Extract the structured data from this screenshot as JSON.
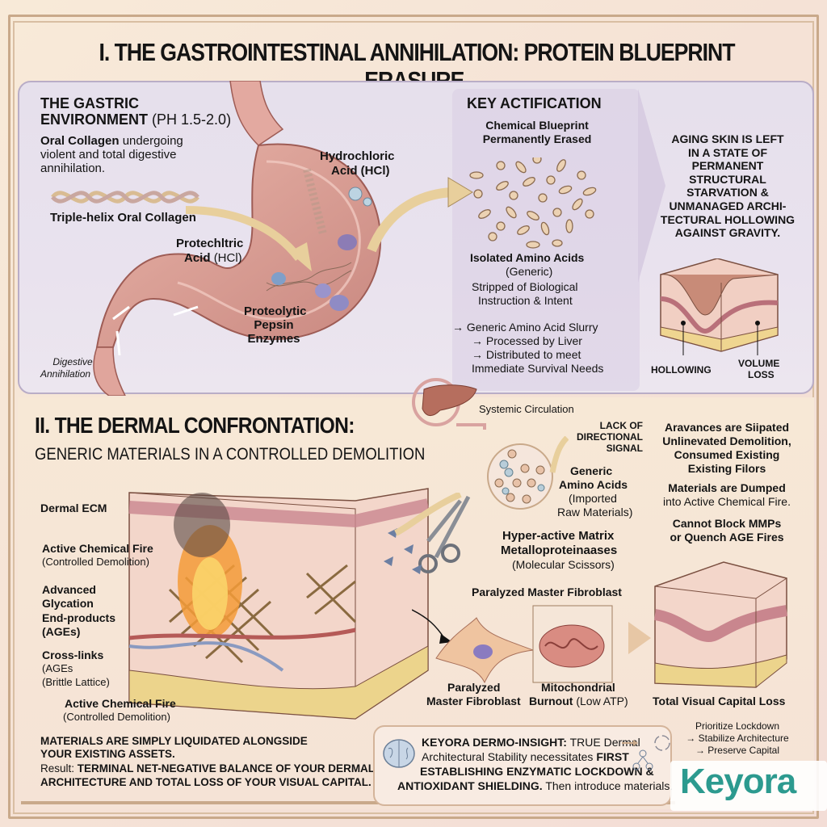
{
  "section1": {
    "title": "I. THE GASTROINTESTINAL ANNIHILATION: PROTEIN BLUEPRINT ERASURE.",
    "gastric": {
      "heading_bold_1": "THE GASTRIC",
      "heading_bold_2": "ENVIRONMENT",
      "heading_ph": "(PH 1.5-2.0)",
      "desc_bold": "Oral Collagen",
      "desc_rest_1": "undergoing",
      "desc_rest_2": "violent and total digestive",
      "desc_rest_3": "annihilation.",
      "helix_label": "Triple-helix Oral Collagen"
    },
    "stomach_labels": {
      "hcl_1": "Hydrochloric",
      "hcl_2": "Acid (HCl)",
      "protech_bold": "Protechltric",
      "protech_acid": "Acid",
      "protech_hcl": "(HCl)",
      "pepsin_1": "Proteolytic",
      "pepsin_2": "Pepsin",
      "pepsin_3": "Enzymes",
      "digestive_1": "Digestive",
      "digestive_2": "Annihilation"
    },
    "key": {
      "heading": "KEY ACTIFICATION",
      "sub_1": "Chemical Blueprint",
      "sub_2": "Permanently Erased",
      "amino_bold": "Isolated Amino Acids",
      "amino_generic": "(Generic)",
      "stripped_1": "Stripped of Biological",
      "stripped_2": "Instruction & Intent",
      "flow_1": "→ Generic Amino Acid Slurry",
      "flow_2": "→ Processed by Liver",
      "flow_3": "→ Distributed to meet",
      "flow_4": "Immediate Survival Needs"
    },
    "aging": {
      "lines": [
        "AGING SKIN IS LEFT",
        "IN A STATE OF",
        "PERMANENT",
        "STRUCTURAL",
        "STARVATION &",
        "UNMANAGED ARCHI-",
        "TECTURAL HOLLOWING",
        "AGAINST GRAVITY."
      ],
      "hollowing": "HOLLOWING",
      "volume_1": "VOLUME",
      "volume_2": "LOSS"
    }
  },
  "section2": {
    "title_bold": "II. THE DERMAL CONFRONTATION:",
    "title_sub": "GENERIC MATERIALS IN A CONTROLLED DEMOLITION",
    "systemic": "Systemic Circulation",
    "lack": [
      "LACK OF",
      "DIRECTIONAL",
      "SIGNAL"
    ],
    "generic_amino": {
      "bold_1": "Generic",
      "bold_2": "Amino Acids",
      "rest_1": "(Imported",
      "rest_2": "Raw Materials)"
    },
    "right_notes": {
      "block1": [
        "Aravances are Siipated",
        "Unlinevated Demolition,",
        "Consumed Existing",
        "Existing Filors"
      ],
      "block2_bold": "Materials are Dumped",
      "block2_rest": "into Active Chemical Fire.",
      "block3": [
        "Cannot Block MMPs",
        "or Quench AGE Fires"
      ]
    },
    "left_labels": {
      "ecm": "Dermal ECM",
      "fire1_bold": "Active Chemical Fire",
      "fire1_rest": "(Controlled Demolition)",
      "ages": [
        "Advanced",
        "Glycation",
        "End-products",
        "(AGEs)"
      ],
      "crosslinks_bold": "Cross-links",
      "crosslinks_1": "(AGEs",
      "crosslinks_2": "(Brittle Lattice)",
      "fire2_bold": "Active Chemical Fire",
      "fire2_rest": "(Controlled Demolition)"
    },
    "mmp": {
      "bold_1": "Hyper-active Matrix",
      "bold_2": "Metalloproteinaases",
      "rest": "(Molecular Scissors)"
    },
    "fibroblast_top": "Paralyzed Master Fibroblast",
    "fibroblast_1": "Paralyzed",
    "fibroblast_2": "Master Fibroblast",
    "mito_1": "Mitochondrial",
    "mito_2_bold": "Burnout",
    "mito_2_rest": "(Low ATP)",
    "capital_loss": "Total Visual Capital Loss",
    "conclusion": {
      "bold_1": "MATERIALS ARE SIMPLY LIQUIDATED ALONGSIDE",
      "bold_2": "YOUR EXISTING ASSETS.",
      "result_label": "Result:",
      "result_bold_1": "TERMINAL NET-NEGATIVE BALANCE OF YOUR DERMAL",
      "result_bold_2": "ARCHITECTURE AND TOTAL LOSS OF YOUR VISUAL CAPITAL."
    },
    "insight": {
      "bold_label": "KEYORA DERMO-INSIGHT:",
      "line1_rest": "TRUE Dermal",
      "line2_rest": "Architectural Stability necessitates",
      "line2_bold": "FIRST",
      "line3_bold": "ESTABLISHING ENZYMATIC LOCKDOWN &",
      "line4_bold": "ANTIOXIDANT SHIELDING.",
      "line4_rest": "Then introduce materials."
    },
    "steps": [
      "Prioritize Lockdown",
      "→ Stabilize Architecture",
      "→ Preserve Capital"
    ],
    "logo_text": "Keyora"
  },
  "colors": {
    "background": "#f6e6d6",
    "panel": "#e7e0ec",
    "frame": "#c9a98a",
    "stomach": "#d99a95",
    "logo": "#2c9a8f"
  }
}
